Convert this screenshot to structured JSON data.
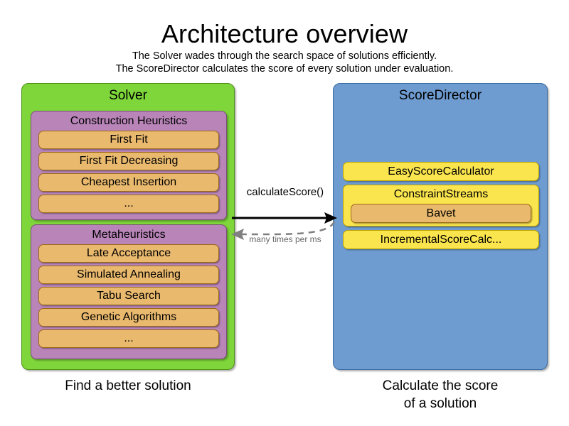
{
  "header": {
    "title": "Architecture overview",
    "subtitle_lines": [
      "The Solver wades through the search space of solutions efficiently.",
      "The ScoreDirector calculates the score of every solution under evaluation."
    ]
  },
  "colors": {
    "solver_panel": "#7ed63a",
    "scoredirector_panel": "#6e9bd0",
    "group": "#b985b9",
    "item": "#e9b96e",
    "calculator": "#fbe54e",
    "arrow_solid": "#000000",
    "arrow_dashed": "#808080"
  },
  "solver": {
    "title": "Solver",
    "caption_lines": [
      "Find a better solution"
    ],
    "groups": [
      {
        "title": "Construction Heuristics",
        "items": [
          "First Fit",
          "First Fit Decreasing",
          "Cheapest Insertion",
          "..."
        ]
      },
      {
        "title": "Metaheuristics",
        "items": [
          "Late Acceptance",
          "Simulated Annealing",
          "Tabu Search",
          "Genetic Algorithms",
          "..."
        ]
      }
    ]
  },
  "scoredirector": {
    "title": "ScoreDirector",
    "caption_lines": [
      "Calculate the score",
      "of a solution"
    ],
    "calculators": [
      {
        "label": "EasyScoreCalculator"
      },
      {
        "label": "ConstraintStreams",
        "nested": "Bavet"
      },
      {
        "label": "IncrementalScoreCalc..."
      }
    ]
  },
  "arrows": {
    "forward_label": "calculateScore()",
    "return_label": "many times per ms"
  }
}
